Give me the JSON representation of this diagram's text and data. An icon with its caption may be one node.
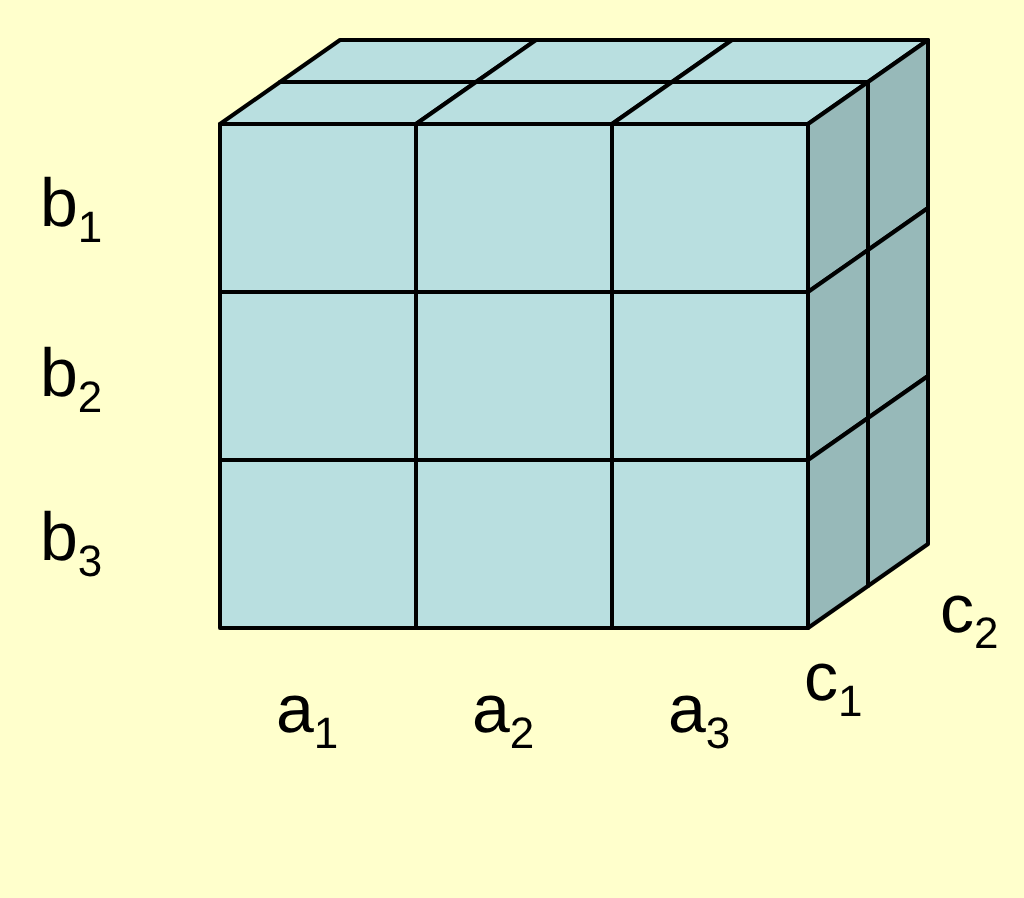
{
  "diagram": {
    "labels": [
      "b$_{1}$",
      "b$_{2}$",
      "b$_{3}$",
      "c$_{2}$",
      "a$_{1}$",
      "a$_{2}$",
      "a$_{3}$",
      "c$_{1}$"
    ]
  }
}
